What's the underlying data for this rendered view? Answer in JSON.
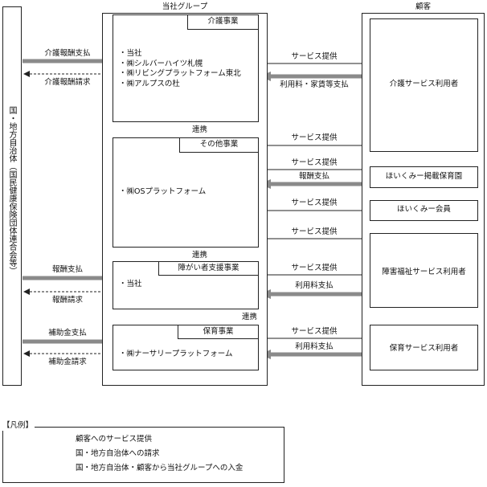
{
  "government": {
    "label": "国・地方自治体（国民健康保険団体連合会等）"
  },
  "group": {
    "title": "当社グループ"
  },
  "customers": {
    "title": "顧客"
  },
  "segments": {
    "kaigo": {
      "title": "介護事業",
      "entities": [
        "・当社",
        "・㈱シルバーハイツ札幌",
        "・㈱リビングプラットフォーム東北",
        "・㈱アルプスの杜"
      ]
    },
    "other": {
      "title": "その他事業",
      "entities": [
        "・㈱OSプラットフォーム"
      ]
    },
    "shogai": {
      "title": "障がい者支援事業",
      "entities": [
        "・当社"
      ]
    },
    "hoiku": {
      "title": "保育事業",
      "entities": [
        "・㈱ナーサリープラットフォーム"
      ]
    }
  },
  "links": {
    "renkei1": "連携",
    "renkei2": "連携",
    "renkei3": "連携"
  },
  "customer_boxes": {
    "kaigo": "介護サービス利用者",
    "hoiku_ad": "ほいくみー掲載保育園",
    "hoiku_member": "ほいくみー会員",
    "shogai": "障害福祉サービス利用者",
    "hoiku": "保育サービス利用者"
  },
  "flows": {
    "kaigo_pay": "介護報酬支払",
    "kaigo_claim": "介護報酬請求",
    "kaigo_service": "サービス提供",
    "kaigo_fee": "利用料・家賃等支払",
    "other_service1": "サービス提供",
    "other_service2": "サービス提供",
    "ad_pay": "報酬支払",
    "other_service3": "サービス提供",
    "other_service4": "サービス提供",
    "shogai_pay": "報酬支払",
    "shogai_claim": "報酬請求",
    "shogai_service": "サービス提供",
    "shogai_fee": "利用料支払",
    "hoiku_pay": "補助金支払",
    "hoiku_claim": "補助金請求",
    "hoiku_service": "サービス提供",
    "hoiku_fee": "利用料支払"
  },
  "legend": {
    "title": "【凡例】",
    "items": [
      "顧客へのサービス提供",
      "国・地方自治体への請求",
      "国・地方自治体・顧客から当社グループへの入金"
    ]
  },
  "colors": {
    "payment_arrow": "#8a8a8a",
    "line": "#222222"
  }
}
